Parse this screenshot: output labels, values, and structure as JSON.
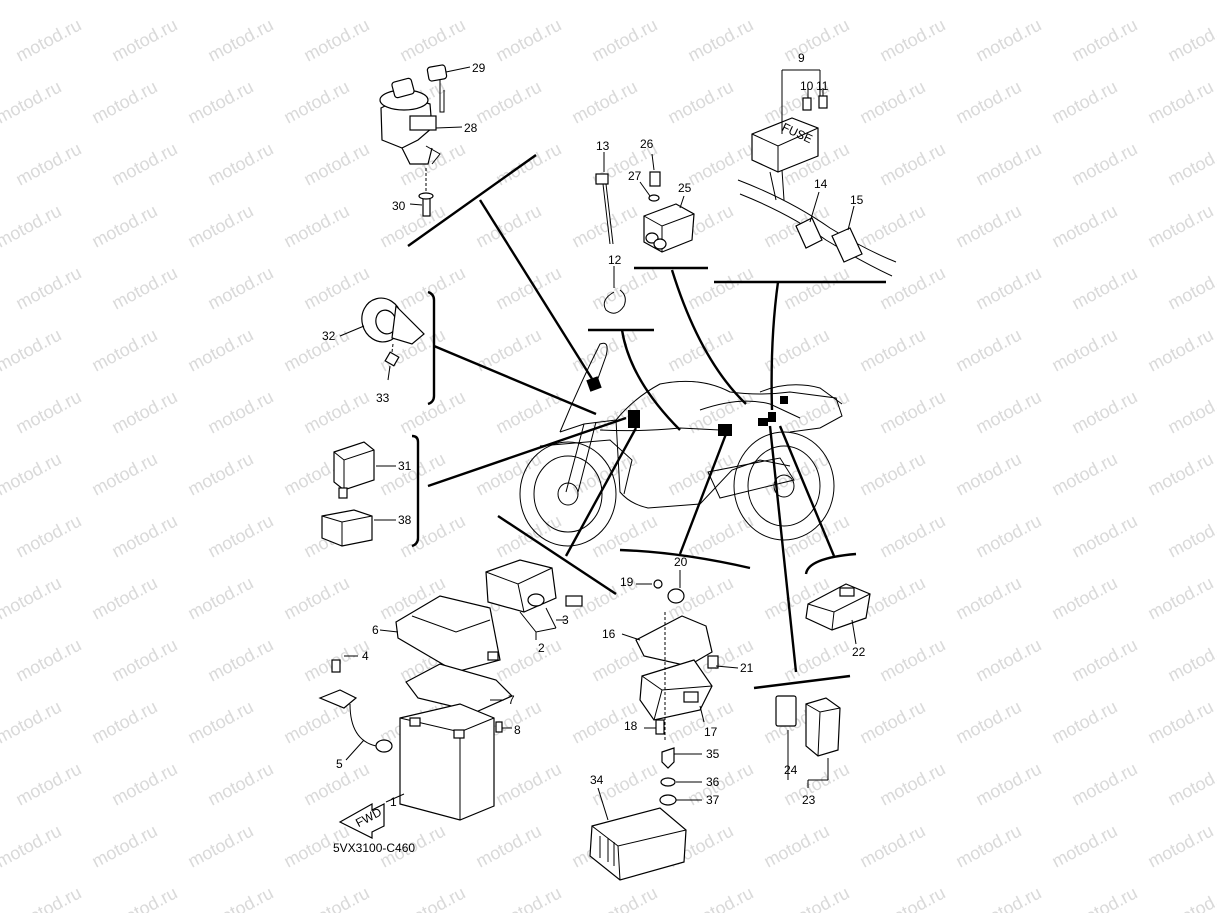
{
  "watermark": {
    "text": "motod.ru"
  },
  "diagram_code": "5VX3100-C460",
  "fwd_label": "FWD",
  "fuse_label": "FUSE",
  "callouts": [
    {
      "id": "c1",
      "label": "1"
    },
    {
      "id": "c2",
      "label": "2"
    },
    {
      "id": "c3",
      "label": "3"
    },
    {
      "id": "c4",
      "label": "4"
    },
    {
      "id": "c5",
      "label": "5"
    },
    {
      "id": "c6",
      "label": "6"
    },
    {
      "id": "c7",
      "label": "7"
    },
    {
      "id": "c8",
      "label": "8"
    },
    {
      "id": "c9",
      "label": "9"
    },
    {
      "id": "c10",
      "label": "10"
    },
    {
      "id": "c11",
      "label": "11"
    },
    {
      "id": "c12",
      "label": "12"
    },
    {
      "id": "c13",
      "label": "13"
    },
    {
      "id": "c14",
      "label": "14"
    },
    {
      "id": "c15",
      "label": "15"
    },
    {
      "id": "c16",
      "label": "16"
    },
    {
      "id": "c17",
      "label": "17"
    },
    {
      "id": "c18",
      "label": "18"
    },
    {
      "id": "c19",
      "label": "19"
    },
    {
      "id": "c20",
      "label": "20"
    },
    {
      "id": "c21",
      "label": "21"
    },
    {
      "id": "c22",
      "label": "22"
    },
    {
      "id": "c23",
      "label": "23"
    },
    {
      "id": "c24",
      "label": "24"
    },
    {
      "id": "c25",
      "label": "25"
    },
    {
      "id": "c26",
      "label": "26"
    },
    {
      "id": "c27",
      "label": "27"
    },
    {
      "id": "c28",
      "label": "28"
    },
    {
      "id": "c29",
      "label": "29"
    },
    {
      "id": "c30",
      "label": "30"
    },
    {
      "id": "c31",
      "label": "31"
    },
    {
      "id": "c32",
      "label": "32"
    },
    {
      "id": "c33",
      "label": "33"
    },
    {
      "id": "c34",
      "label": "34"
    },
    {
      "id": "c35",
      "label": "35"
    },
    {
      "id": "c36",
      "label": "36"
    },
    {
      "id": "c37",
      "label": "37"
    },
    {
      "id": "c38",
      "label": "38"
    }
  ]
}
